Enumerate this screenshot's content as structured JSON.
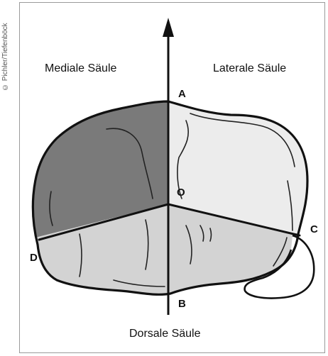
{
  "copyright": "© Pichler/Tiefenböck",
  "labels": {
    "medial": "Mediale Säule",
    "lateral": "Laterale Säule",
    "dorsal": "Dorsale Säule"
  },
  "points": {
    "a": "A",
    "b": "B",
    "c": "C",
    "d": "D",
    "o": "O"
  },
  "colors": {
    "medial_fill": "#7a7a7a",
    "lateral_fill": "#ececec",
    "dorsal_fill": "#d3d3d3",
    "outline": "#111111"
  }
}
